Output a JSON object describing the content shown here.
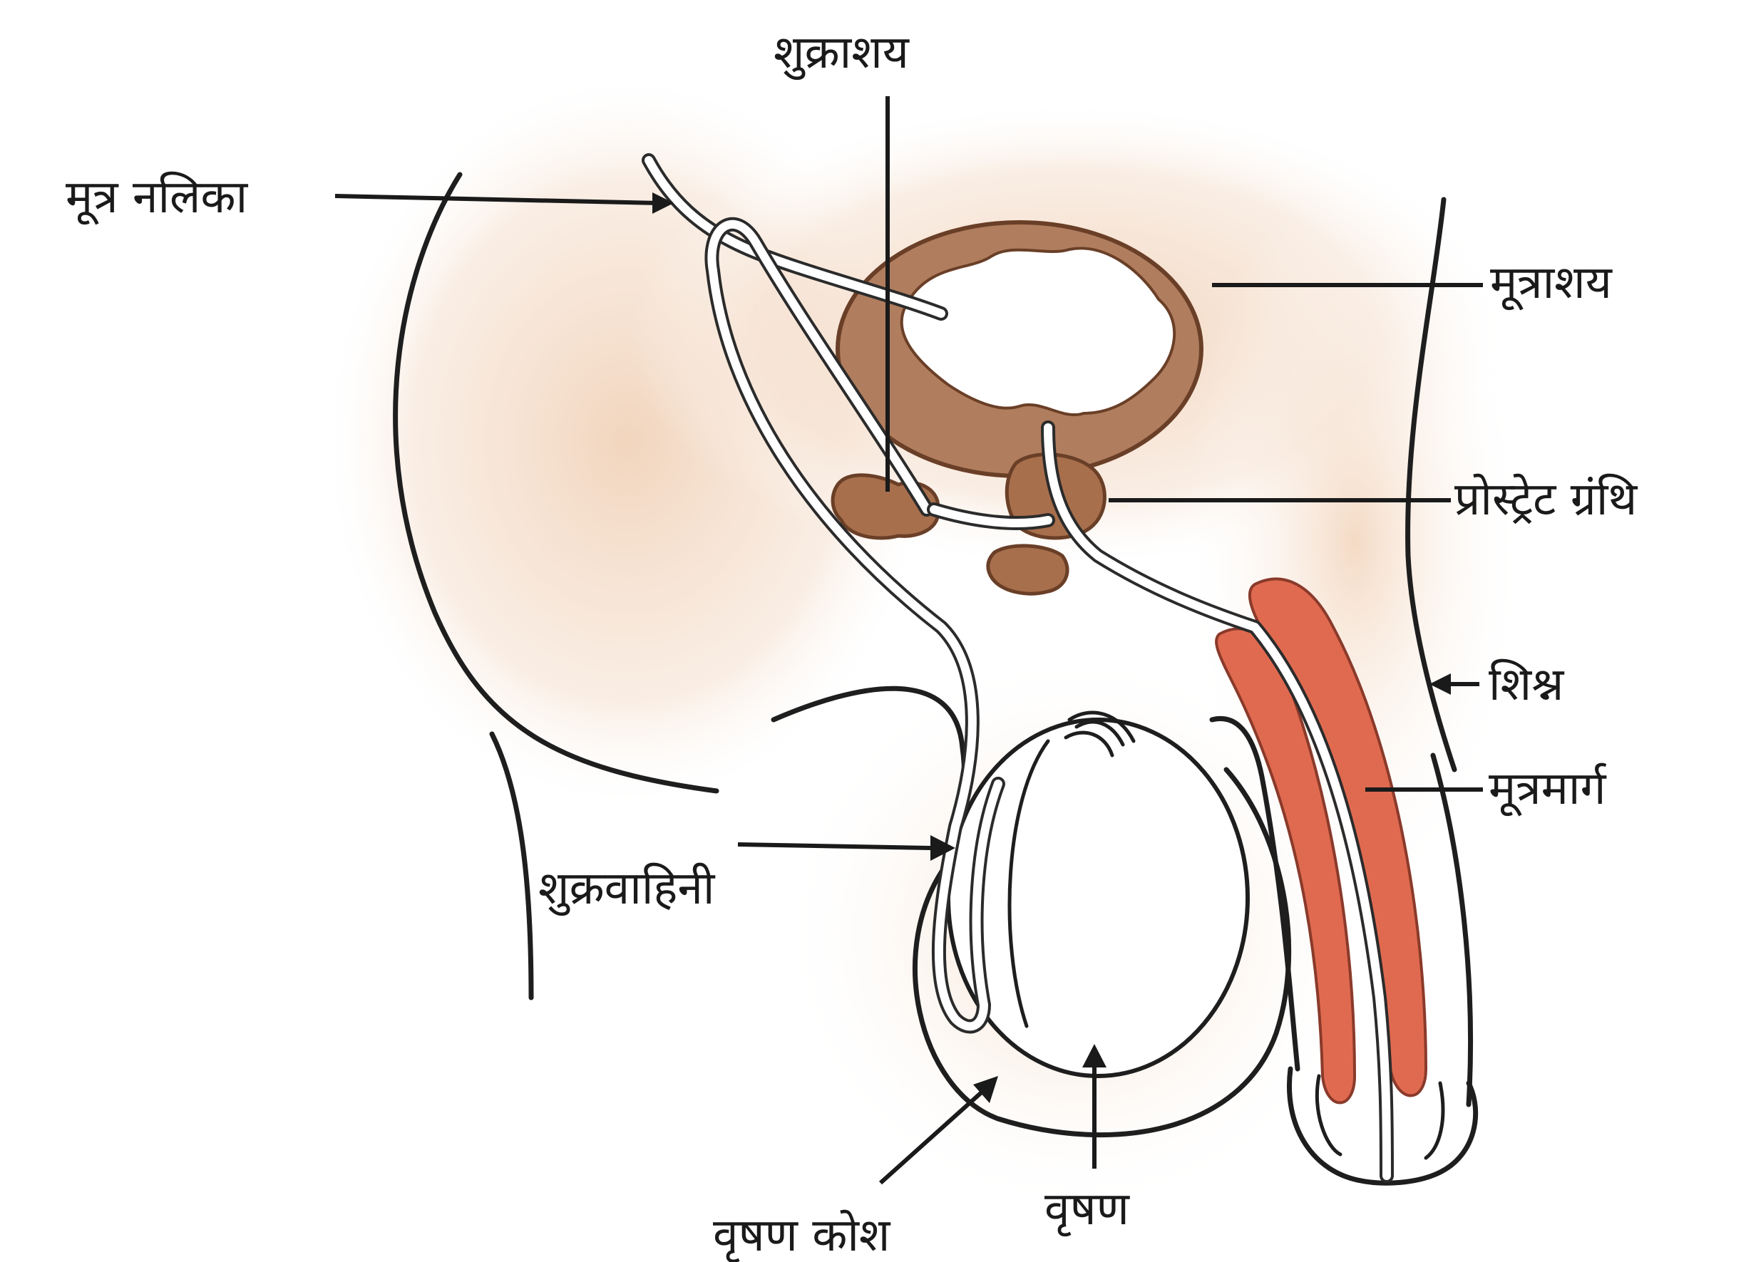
{
  "colors": {
    "skin_glow": "#f3d9c2",
    "gland_brown": "#a86f4c",
    "gland_outline": "#6a3f27",
    "bladder_fill": "#b07d5e",
    "erectile_red": "#e06a50",
    "line": "#1e1e1e",
    "background": "#ffffff"
  },
  "labels": {
    "seminal_vesicle": "शुक्राशय",
    "ureter": "मूत्र नलिका",
    "urinary_bladder": "मूत्राशय",
    "prostate_gland": "प्रोस्ट्रेट ग्रंथि",
    "penis": "शिश्न",
    "urethra": "मूत्रमार्ग",
    "vas_deferens": "शुक्रवाहिनी",
    "scrotum": "वृषण कोश",
    "testis": "वृषण"
  }
}
